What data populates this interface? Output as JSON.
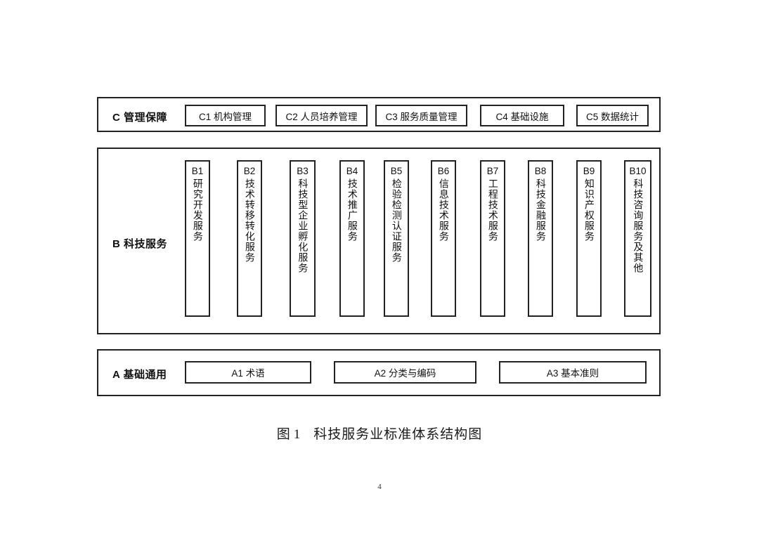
{
  "figure": {
    "caption_prefix": "图",
    "caption_number": "1",
    "caption_title": "科技服务业标准体系结构图"
  },
  "page": {
    "folio": "4"
  },
  "layers": {
    "c": {
      "label": "C 管理保障",
      "items": [
        {
          "text": "C1 机构管理"
        },
        {
          "text": "C2 人员培养管理"
        },
        {
          "text": "C3 服务质量管理"
        },
        {
          "text": "C4 基础设施"
        },
        {
          "text": "C5 数据统计"
        }
      ]
    },
    "b": {
      "label": "B 科技服务",
      "items": [
        {
          "code": "B1",
          "text": "研究开发服务"
        },
        {
          "code": "B2",
          "text": "技术转移转化服务"
        },
        {
          "code": "B3",
          "text": "科技型企业孵化服务"
        },
        {
          "code": "B4",
          "text": "技术推广服务"
        },
        {
          "code": "B5",
          "text": "检验检测认证服务"
        },
        {
          "code": "B6",
          "text": "信息技术服务"
        },
        {
          "code": "B7",
          "text": "工程技术服务"
        },
        {
          "code": "B8",
          "text": "科技金融服务"
        },
        {
          "code": "B9",
          "text": "知识产权服务"
        },
        {
          "code": "B10",
          "text": "科技咨询服务及其他"
        }
      ]
    },
    "a": {
      "label": "A 基础通用",
      "items": [
        {
          "text": "A1 术语"
        },
        {
          "text": "A2 分类与编码"
        },
        {
          "text": "A3 基本准则"
        }
      ]
    }
  },
  "colors": {
    "border": "#222222",
    "text": "#111111",
    "background": "#ffffff"
  }
}
